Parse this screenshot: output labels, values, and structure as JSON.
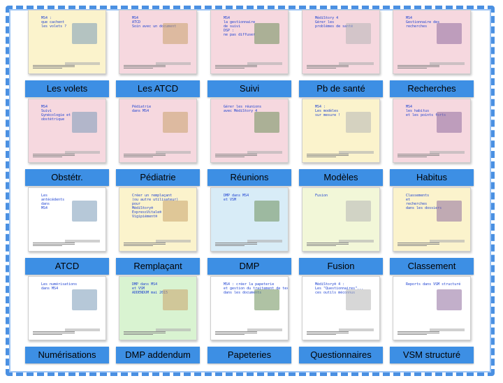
{
  "slides": [
    {
      "label": "Les volets",
      "title": "MS4 :\nque cachent\nles volets ?",
      "bg": "#fbf3cc"
    },
    {
      "label": "Les ATCD",
      "title": "MS4\nATCD\nSoin avec un document",
      "bg": "#f6d8df"
    },
    {
      "label": "Suivi",
      "title": "MS4\nla gestionnaire\nde suivi\nDSP :\nne pas diffuser",
      "bg": "#f6d8df"
    },
    {
      "label": "Pb de santé",
      "title": "MédiStory 4\nGérer les\nproblèmes de santé",
      "bg": "#f6d8df"
    },
    {
      "label": "Recherches",
      "title": "MS4\nGestionnaire des\nrecherches",
      "bg": "#f6d8df"
    },
    {
      "label": "Obstétr.",
      "title": "MS4\nSuivi\nGynécologie et\nobstétrique",
      "bg": "#f6d8df"
    },
    {
      "label": "Pédiatrie",
      "title": "Pédiatrie\ndans MS4",
      "bg": "#f6d8df"
    },
    {
      "label": "Réunions",
      "title": "Gérer les réunions\navec MédiStory 4",
      "bg": "#f6d8df"
    },
    {
      "label": "Modèles",
      "title": "MS4 :\nLes modèles\nsur mesure !",
      "bg": "#fbf3cc"
    },
    {
      "label": "Habitus",
      "title": "MS4\nles habitus\net les points forts",
      "bg": "#f6d8df"
    },
    {
      "label": "ATCD",
      "title": "Les\nantécédents\ndans\nMS4",
      "bg": "#ffffff"
    },
    {
      "label": "Remplaçant",
      "title": "Créer un remplaçant\n(ou autre utilisateur)\npour\nMédiStory®\nExpressVitale®\nVigipiément®",
      "bg": "#fbf3cc"
    },
    {
      "label": "DMP",
      "title": "DMP dans MS4\net VSM",
      "bg": "#d8ecf7"
    },
    {
      "label": "Fusion",
      "title": "Fusion",
      "bg": "#f2f7d8"
    },
    {
      "label": "Classement",
      "title": "Classements\net\nrecherches\ndans les dossiers",
      "bg": "#fbf3cc"
    },
    {
      "label": "Numérisations",
      "title": "Les numérisations\ndans MS4",
      "bg": "#ffffff"
    },
    {
      "label": "DMP addendum",
      "title": "DMP dans MS4\net VSM\nADDENDUM mai 2015",
      "bg": "#d9f3d1"
    },
    {
      "label": "Papeteries",
      "title": "MS4 : créer la papeterie\net gestion du traitement de texte\ndans les documents",
      "bg": "#ffffff"
    },
    {
      "label": "Questionnaires",
      "title": "MédiStory® 4 :\nLes \"Questionnaires\"...\nces outils méconnus",
      "bg": "#ffffff"
    },
    {
      "label": "VSM structuré",
      "title": "Reports dans VSM structuré",
      "bg": "#ffffff"
    }
  ]
}
